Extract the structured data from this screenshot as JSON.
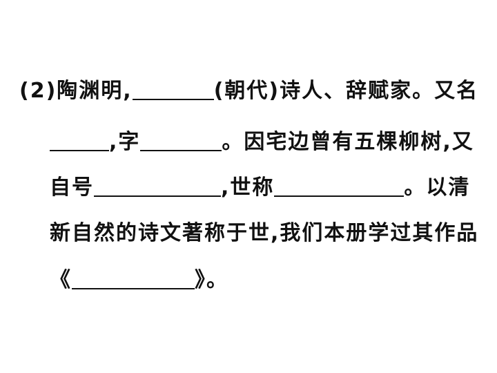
{
  "question": {
    "line1": {
      "prefix": "(2)陶渊明,",
      "suffix": "(朝代)诗人、辞赋家。又名"
    },
    "line2": {
      "middle": ",字",
      "suffix": "。因宅边曾有五棵柳树,又"
    },
    "line3": {
      "prefix": "自号",
      "middle": ",世称",
      "suffix": "。以清"
    },
    "line4": {
      "text": "新自然的诗文著称于世,我们本册学过其作品"
    },
    "line5": {
      "prefix": "《",
      "suffix": "》。"
    }
  }
}
